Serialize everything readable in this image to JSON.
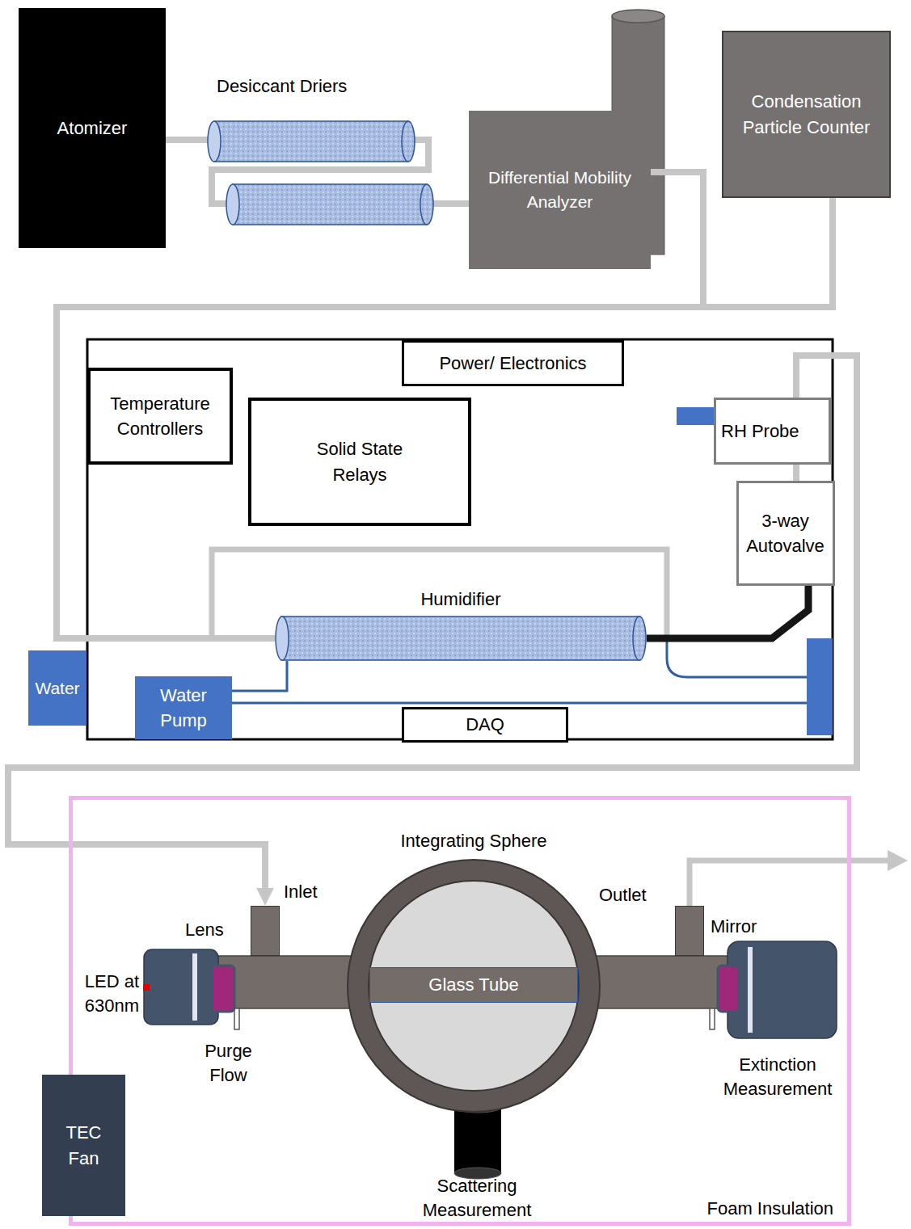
{
  "diagram": {
    "nodes": [
      {
        "text": [
          "Atomizer"
        ]
      },
      {
        "text": [
          "Differential Mobility Analyzer"
        ]
      },
      {
        "text": [
          "Condensation Particle Counter"
        ]
      },
      {
        "text": [
          "Power/ Electronics"
        ]
      },
      {
        "text": [
          "Temperature Controllers"
        ]
      },
      {
        "text": [
          "Solid State Relays"
        ]
      },
      {
        "text": [
          "RH Probe"
        ]
      },
      {
        "text": [
          "3-way Autovalve"
        ]
      },
      {
        "text": [
          "Humidifier"
        ]
      },
      {
        "text": [
          "Water"
        ]
      },
      {
        "text": [
          "Water Pump"
        ]
      },
      {
        "text": [
          "DAQ"
        ]
      },
      {
        "text": [
          "Foam Insulation"
        ]
      },
      {
        "text": [
          "Integrating Sphere"
        ],
        "in": 12
      },
      {
        "text": [
          "Glass Tube"
        ],
        "in": 13
      },
      {
        "text": [
          "Inlet"
        ],
        "in": 12
      },
      {
        "text": [
          "Outlet"
        ],
        "in": 12
      },
      {
        "text": [
          "TEC Fan"
        ]
      }
    ],
    "edges": [
      {
        "from": 0,
        "to": 1,
        "arrow": "none"
      },
      {
        "from": 1,
        "to": 8,
        "arrow": "none"
      },
      {
        "from": 2,
        "to": 8,
        "arrow": "none"
      },
      {
        "from": 8,
        "to": 7,
        "arrow": "none"
      },
      {
        "from": 7,
        "to": 6,
        "arrow": "none"
      },
      {
        "from": 6,
        "to": 15,
        "arrow": "to"
      },
      {
        "from": 10,
        "to": 8,
        "arrow": "none"
      }
    ],
    "labels": [
      "Desiccant Driers",
      "Lens",
      "LED at 630nm",
      "Purge Flow",
      "Mirror",
      "Extinction Measurement",
      "Scattering Measurement"
    ]
  }
}
